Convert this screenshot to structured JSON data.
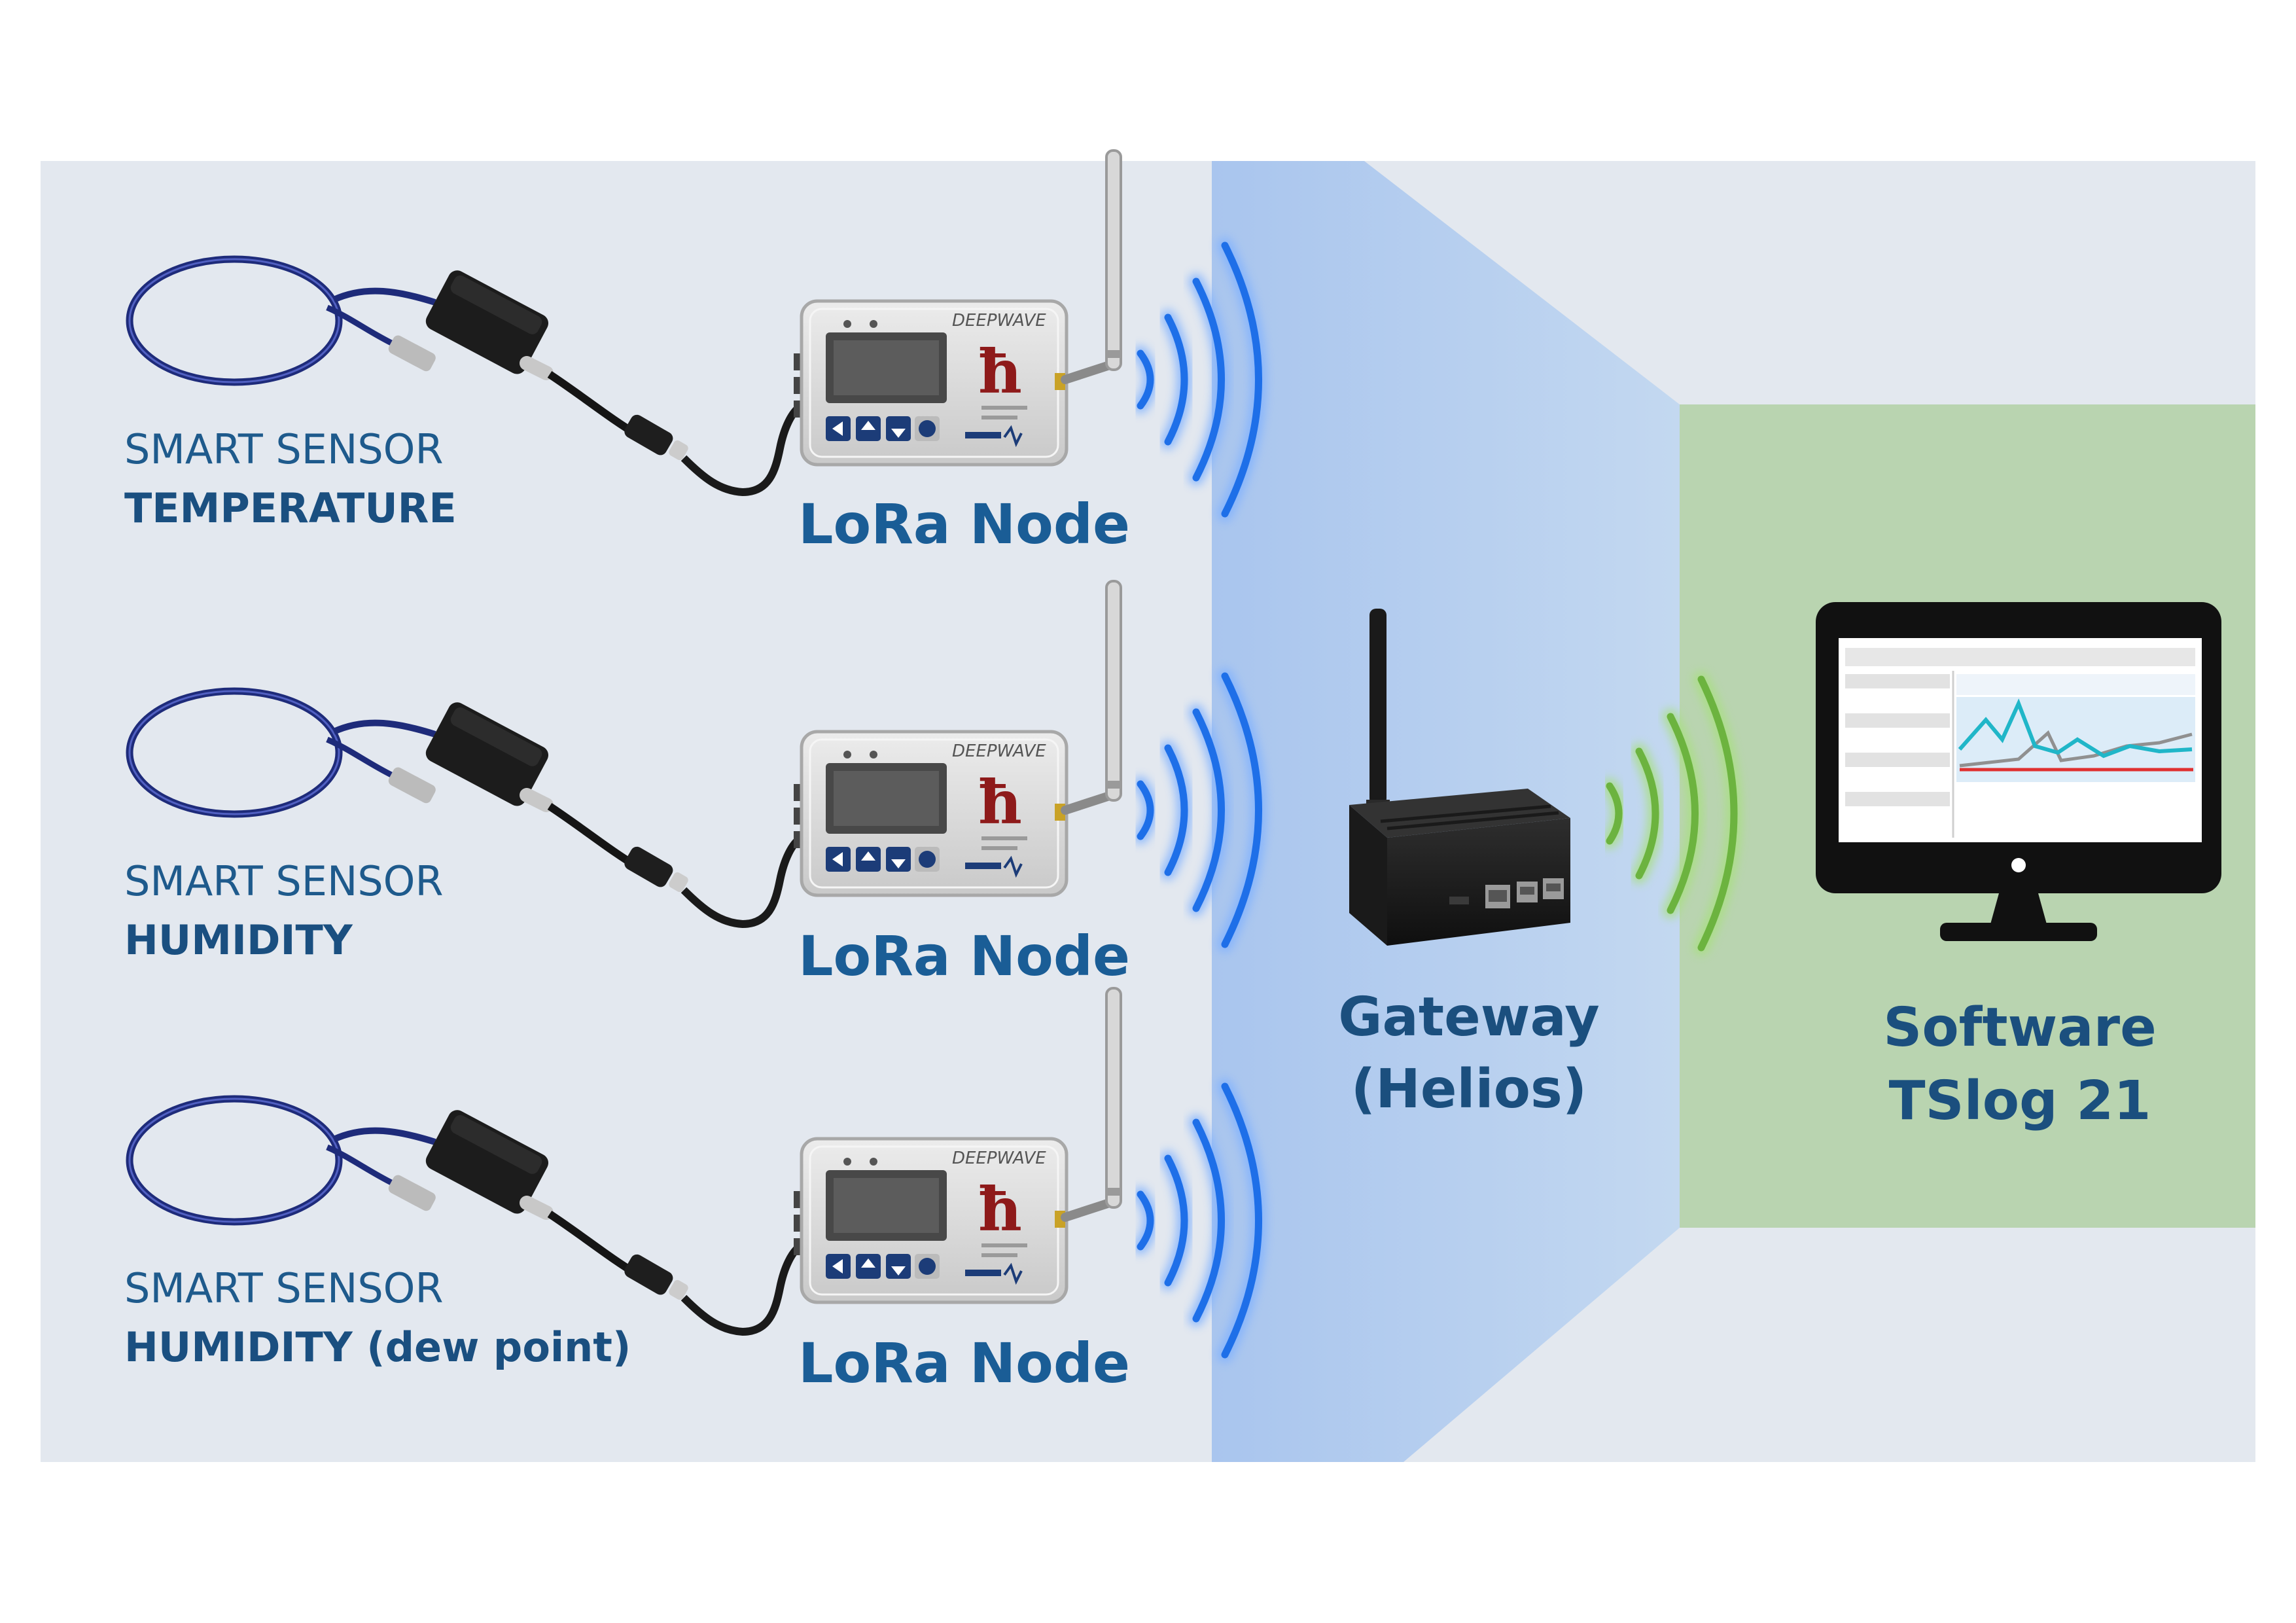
{
  "sensors": [
    {
      "line1": "SMART SENSOR",
      "line2": "TEMPERATURE",
      "node_label": "LoRa Node"
    },
    {
      "line1": "SMART SENSOR",
      "line2": "HUMIDITY",
      "node_label": "LoRa Node"
    },
    {
      "line1": "SMART SENSOR",
      "line2": "HUMIDITY (dew point)",
      "node_label": "LoRa Node"
    }
  ],
  "gateway": {
    "line1": "Gateway",
    "line2": "(Helios)"
  },
  "software": {
    "line1": "Software",
    "line2": "TSlog 21"
  },
  "colors": {
    "panel_bg": "#e3e8ef",
    "gateway_band": "#b9d0ee",
    "software_band": "#b9d4b0",
    "blue_wave": "#1e6fe8",
    "green_wave": "#6cb33f",
    "text_blue": "#1a5d96"
  }
}
